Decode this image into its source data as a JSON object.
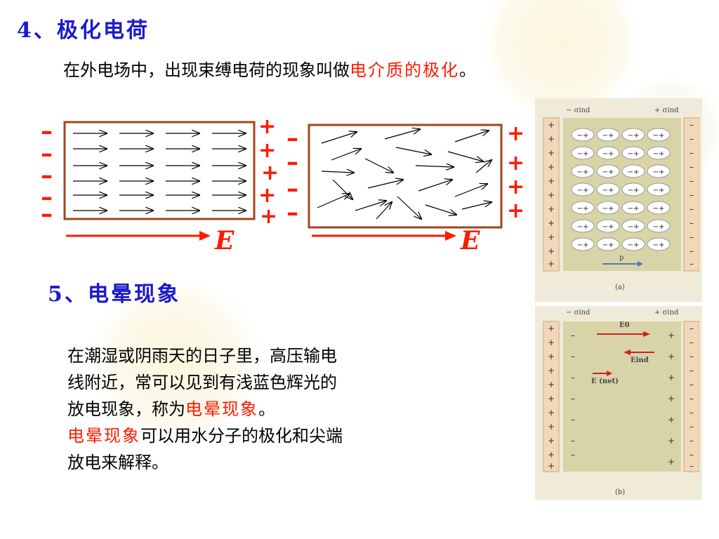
{
  "section4": {
    "title": "4、极化电荷",
    "desc_prefix": "在外电场中，出现束缚电荷的现象叫做",
    "desc_highlight": "电介质的极化",
    "desc_suffix": "。"
  },
  "diagram": {
    "plus": "+",
    "minus": "–",
    "field_label": "E",
    "neg_charge_label": "− σind",
    "pos_charge_label": "+ σind",
    "caption_a": "(a)",
    "caption_b": "(b)",
    "p_label": "p",
    "e0_label": "E0",
    "eind_label": "Eind",
    "enet_label": "E (net)",
    "dipole_label": "−+"
  },
  "section5": {
    "title": "5、电晕现象",
    "line1": "在潮湿或阴雨天的日子里，高压输电",
    "line2": "线附近，常可以见到有浅蓝色辉光的",
    "line3_prefix": "放电现象，称为",
    "line3_highlight": "电晕现象",
    "line3_suffix": "。",
    "line4_highlight": "电晕现象",
    "line4_suffix": "可以用水分子的极化和尖端",
    "line5": "放电来解释。"
  },
  "colors": {
    "title_blue": "#1a1acc",
    "highlight_red": "#ff1a00",
    "box_brown": "#a0461e"
  }
}
